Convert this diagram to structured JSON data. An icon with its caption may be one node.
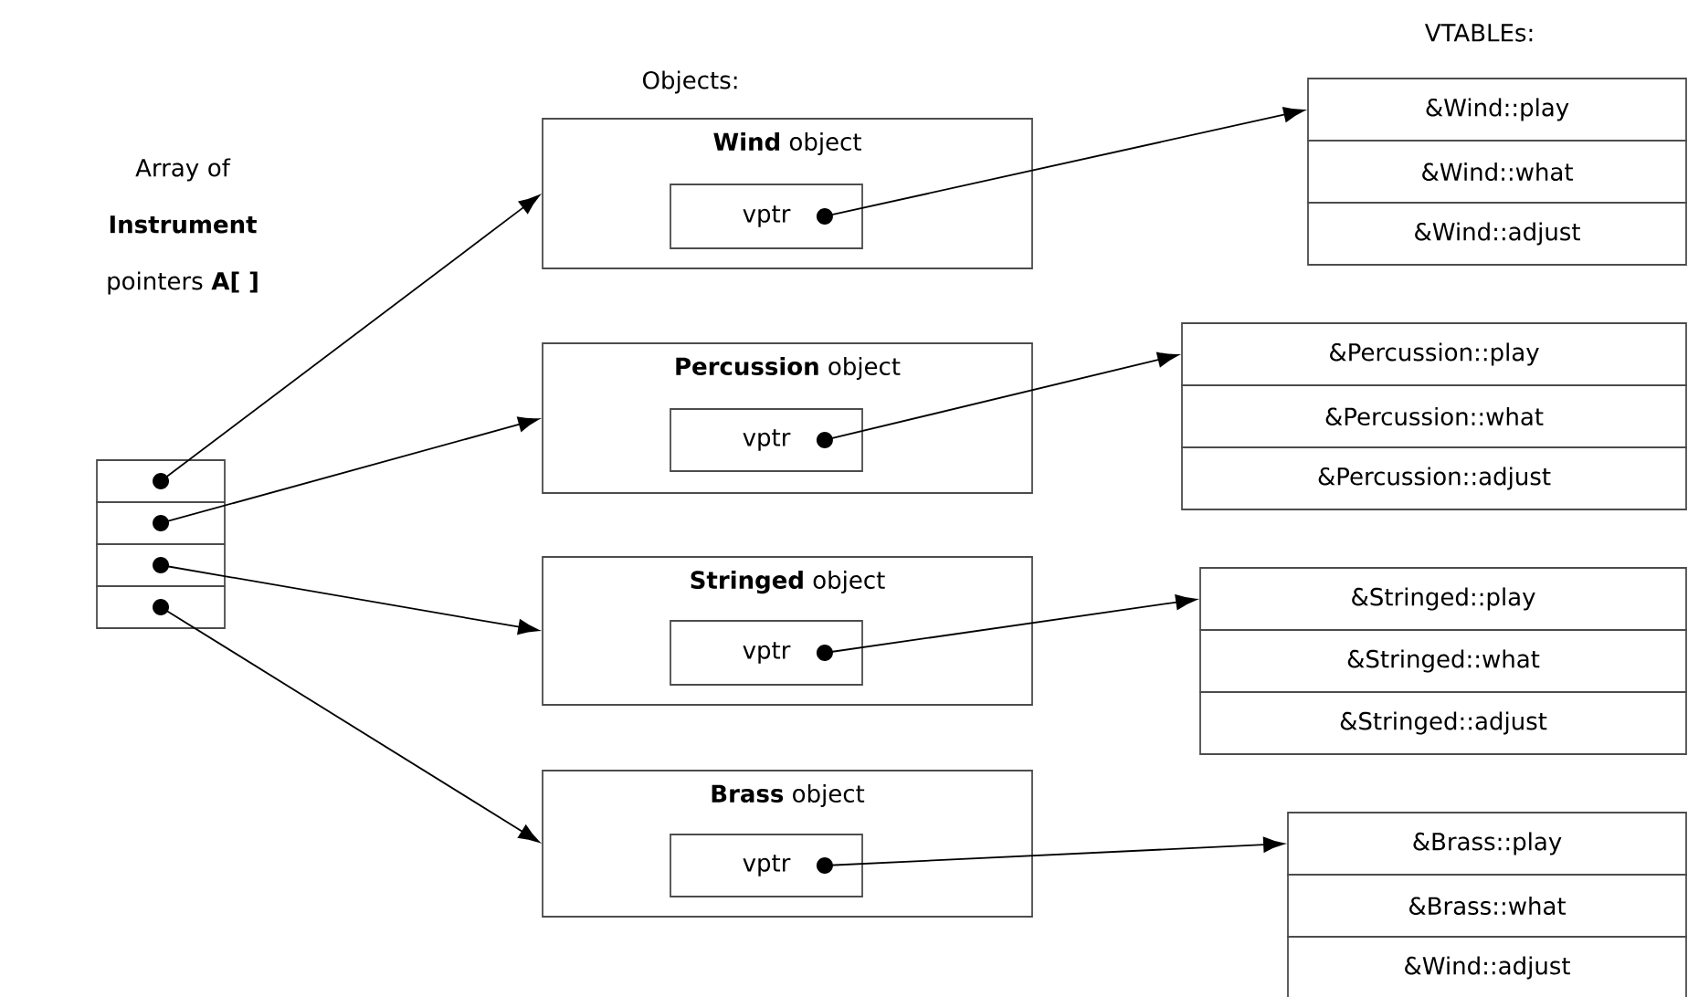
{
  "diagram": {
    "nodes": [
      {
        "text": [],
        "shape": "box"
      },
      {
        "text": [],
        "shape": "box"
      },
      {
        "text": [],
        "shape": "box"
      },
      {
        "text": [],
        "shape": "box"
      },
      {
        "text": [
          "**Wind** object"
        ]
      },
      {
        "text": [
          "vptr"
        ],
        "in": 4
      },
      {
        "text": [
          "**Percussion** object"
        ]
      },
      {
        "text": [
          "vptr"
        ],
        "in": 6
      },
      {
        "text": [
          "**Stringed** object"
        ]
      },
      {
        "text": [
          "vptr"
        ],
        "in": 8
      },
      {
        "text": [
          "**Brass** object"
        ]
      },
      {
        "text": [
          "vptr"
        ],
        "in": 10
      },
      {
        "text": [
          "&Wind::play"
        ]
      },
      {
        "text": [
          "&Wind::what"
        ]
      },
      {
        "text": [
          "&Wind::adjust"
        ]
      },
      {
        "text": [
          "&Percussion::play"
        ]
      },
      {
        "text": [
          "&Percussion::what"
        ]
      },
      {
        "text": [
          "&Percussion::adjust"
        ]
      },
      {
        "text": [
          "&Stringed::play"
        ]
      },
      {
        "text": [
          "&Stringed::what"
        ]
      },
      {
        "text": [
          "&Stringed::adjust"
        ]
      },
      {
        "text": [
          "&Brass::play"
        ]
      },
      {
        "text": [
          "&Brass::what"
        ]
      },
      {
        "text": [
          "&Wind::adjust"
        ]
      }
    ],
    "edges": [
      {
        "from": 0,
        "to": 4,
        "arrow": "to"
      },
      {
        "from": 1,
        "to": 6,
        "arrow": "to"
      },
      {
        "from": 2,
        "to": 8,
        "arrow": "to"
      },
      {
        "from": 3,
        "to": 10,
        "arrow": "to"
      },
      {
        "from": 5,
        "to": 12,
        "arrow": "to"
      },
      {
        "from": 7,
        "to": 15,
        "arrow": "to"
      },
      {
        "from": 9,
        "to": 18,
        "arrow": "to"
      },
      {
        "from": 11,
        "to": 21,
        "arrow": "to"
      }
    ],
    "labels": [
      "Array of **Instrument** pointers **A[ ]**",
      "Objects:",
      "VTABLEs:"
    ]
  }
}
